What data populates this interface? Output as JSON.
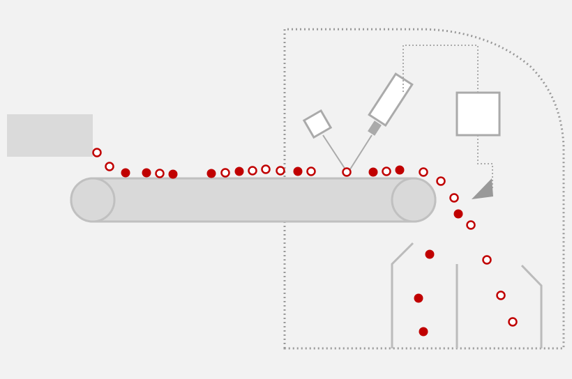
{
  "colors": {
    "background": "#f2f2f2",
    "belt_fill": "#d9d9d9",
    "belt_stroke": "#c0c0c0",
    "hopper": "#dadada",
    "enclosure": "#999999",
    "sensor_stroke": "#aaaaaa",
    "particle": "#c00000",
    "arrow": "#999999"
  },
  "legend_semantics": {
    "solid": "filled-particle",
    "hollow": "ring-particle"
  },
  "particles": [
    {
      "k": "ring"
    },
    {
      "k": "ring"
    },
    {
      "k": "solid"
    },
    {
      "k": "solid"
    },
    {
      "k": "ring"
    },
    {
      "k": "solid"
    },
    {
      "k": "solid"
    },
    {
      "k": "ring"
    },
    {
      "k": "solid"
    },
    {
      "k": "ring"
    },
    {
      "k": "ring"
    },
    {
      "k": "ring"
    },
    {
      "k": "solid"
    },
    {
      "k": "ring"
    },
    {
      "k": "ring"
    },
    {
      "k": "solid"
    },
    {
      "k": "ring"
    },
    {
      "k": "solid"
    },
    {
      "k": "ring"
    },
    {
      "k": "ring"
    },
    {
      "k": "ring"
    },
    {
      "k": "solid"
    },
    {
      "k": "ring"
    },
    {
      "k": "solid"
    },
    {
      "k": "solid"
    },
    {
      "k": "solid"
    },
    {
      "k": "ring"
    },
    {
      "k": "ring"
    },
    {
      "k": "ring"
    }
  ]
}
